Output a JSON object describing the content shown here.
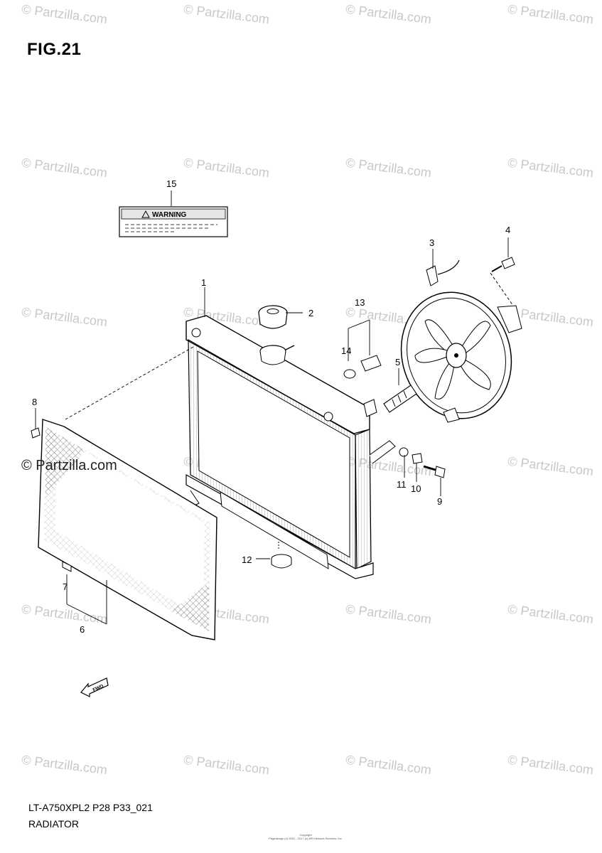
{
  "figure": {
    "title": "FIG.21",
    "model_code": "LT-A750XPL2 P28 P33_021",
    "section": "RADIATOR"
  },
  "warning_label": {
    "text": "WARNING",
    "icon": "warning-triangle-icon"
  },
  "direction_marker": {
    "text": "FWD",
    "icon": "arrow-front-icon"
  },
  "callouts": [
    {
      "id": "1",
      "label": "1"
    },
    {
      "id": "2",
      "label": "2"
    },
    {
      "id": "3",
      "label": "3"
    },
    {
      "id": "4",
      "label": "4"
    },
    {
      "id": "5",
      "label": "5"
    },
    {
      "id": "6",
      "label": "6"
    },
    {
      "id": "7",
      "label": "7"
    },
    {
      "id": "8",
      "label": "8"
    },
    {
      "id": "9",
      "label": "9"
    },
    {
      "id": "10",
      "label": "10"
    },
    {
      "id": "11",
      "label": "11"
    },
    {
      "id": "12",
      "label": "12"
    },
    {
      "id": "13",
      "label": "13"
    },
    {
      "id": "14",
      "label": "14"
    },
    {
      "id": "15",
      "label": "15"
    }
  ],
  "watermark": {
    "text": "© Partzilla.com",
    "brand": "© Partzilla.com"
  },
  "copyright_lines": [
    "Copyright",
    "Pagedesign (c) 2001 - 2017 (c) ARI Network Services, Inc."
  ]
}
